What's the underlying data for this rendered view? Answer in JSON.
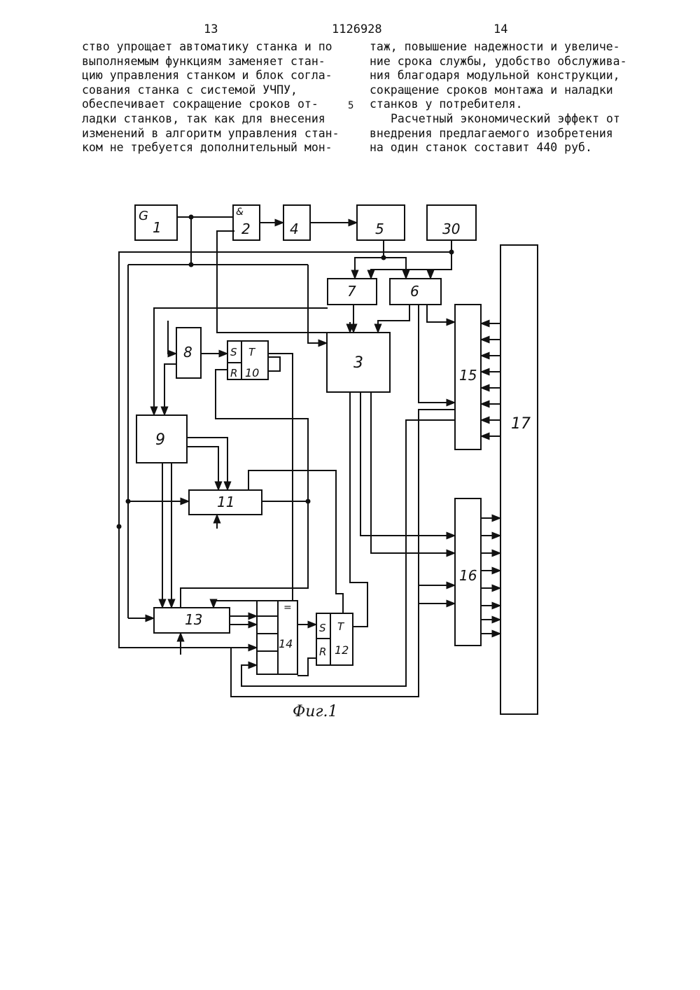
{
  "header": {
    "left_page": "13",
    "patent_number": "1126928",
    "right_page": "14",
    "line_marker": "5"
  },
  "left_column": [
    "ство упрощает автоматику станка и по",
    "выполняемым функциям заменяет стан-",
    "цию управления станком и блок согла-",
    "сования станка с системой УЧПУ,",
    "обеспечивает сокращение сроков от-",
    "ладки станков, так как для внесения",
    "изменений в алгоритм управления стан-",
    "ком не требуется дополнительный мон-"
  ],
  "right_column": [
    "таж, повышение надежности и увеличе-",
    "ние срока службы, удобство обслужива-",
    "ния благодаря модульной конструкции,",
    "сокращение сроков монтажа и наладки",
    "станков у потребителя.",
    "Расчетный экономический эффект от",
    "внедрения предлагаемого изобретения",
    "на один станок составит 440 руб."
  ],
  "blocks": {
    "b1": {
      "glyph": "G",
      "number": "1"
    },
    "b2": {
      "glyph": "&",
      "number": "2"
    },
    "b3": "3",
    "b4": "4",
    "b5": "5",
    "b6": "6",
    "b7": "7",
    "b8": "8",
    "b9": "9",
    "b10": {
      "s": "S",
      "r": "R",
      "t": "T",
      "number": "10"
    },
    "b11": "11",
    "b12": {
      "s": "S",
      "r": "R",
      "t": "T",
      "number": "12"
    },
    "b13": "13",
    "b14": {
      "sign": "=",
      "number": "14"
    },
    "b15": "15",
    "b16": "16",
    "b17": "17",
    "b30": "30"
  },
  "caption": "Фиг.1"
}
